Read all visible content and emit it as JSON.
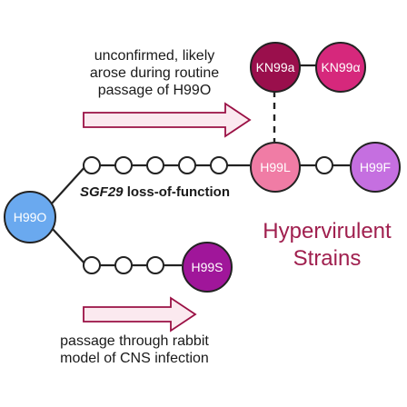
{
  "notes": {
    "top": [
      "unconfirmed, likely",
      "arose during routine",
      "passage of H99O"
    ],
    "bottom": [
      "passage through rabbit",
      "model of CNS infection"
    ]
  },
  "branch_label": {
    "gene": "SGF29",
    "rest": " loss-of-function"
  },
  "hyper_label": [
    "Hypervirulent",
    "Strains"
  ],
  "strains": {
    "h99o": {
      "label": "H99O",
      "color": "#6aa9ef"
    },
    "h99l": {
      "label": "H99L",
      "color": "#f07ca5"
    },
    "h99f": {
      "label": "H99F",
      "color": "#c56fe0"
    },
    "kn99a": {
      "label": "KN99a",
      "color": "#9a0f4c"
    },
    "kn99alpha": {
      "label": "KN99α",
      "color": "#d6287c"
    },
    "h99s": {
      "label": "H99S",
      "color": "#a0169a"
    }
  },
  "colors": {
    "hyper_text": "#a0204f",
    "arrow_fill": "#fbe9ef",
    "arrow_stroke": "#9a1044",
    "line": "#222222"
  }
}
